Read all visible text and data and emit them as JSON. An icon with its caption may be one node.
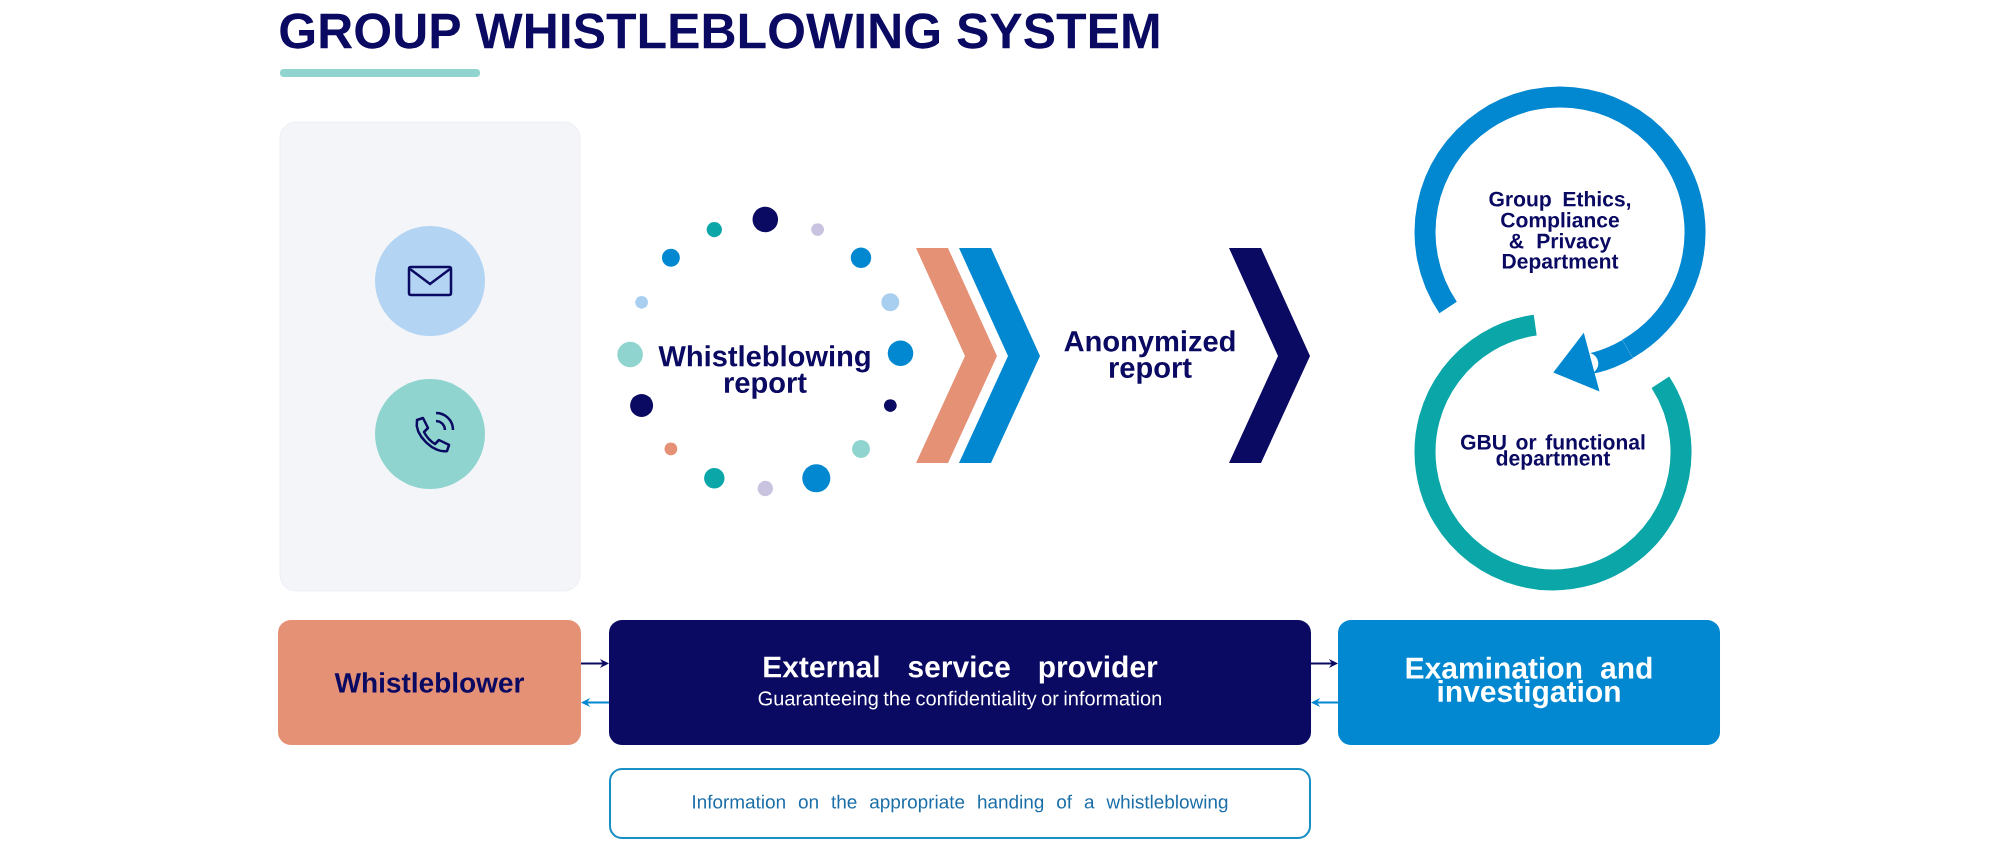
{
  "diagram": {
    "title": "GROUP WHISTLEBLOWING SYSTEM",
    "nodes": [
      {
        "text": [
          "Whistleblowing report"
        ]
      },
      {
        "text": [
          "Anonymized report"
        ]
      },
      {
        "text": [
          "Group Ethics, Compliance & Privacy Department"
        ]
      },
      {
        "text": [
          "GBU or functional department"
        ]
      },
      {
        "text": [
          "Whistleblower"
        ]
      },
      {
        "text": [
          "External service provider",
          "Guaranteeing the confidentiality or information"
        ]
      },
      {
        "text": [
          "Examination and investigation"
        ]
      },
      {
        "text": [
          "Information on the appropriate handing of a whistleblowing"
        ]
      }
    ],
    "edges": [
      {
        "from": 0,
        "to": 1,
        "arrow": "to"
      },
      {
        "from": 1,
        "to": 2,
        "arrow": "to",
        "color": "#0b0a63"
      },
      {
        "from": 2,
        "to": 3,
        "arrow": "to",
        "style": "thick",
        "color": "#0288d1"
      },
      {
        "from": 4,
        "to": 5,
        "arrow": "to",
        "color": "#0b0a63"
      },
      {
        "from": 5,
        "to": 4,
        "arrow": "to",
        "color": "#0288d1"
      },
      {
        "from": 5,
        "to": 6,
        "arrow": "to",
        "color": "#0b0a63"
      },
      {
        "from": 6,
        "to": 5,
        "arrow": "to",
        "color": "#0288d1"
      }
    ]
  }
}
